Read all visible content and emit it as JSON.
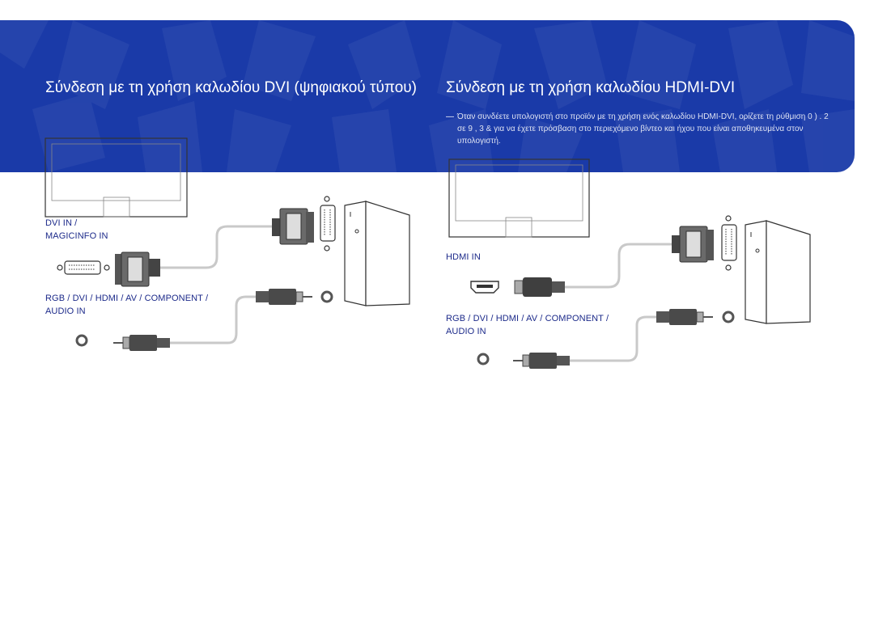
{
  "left_section": {
    "heading": "Σύνδεση με τη χρήση καλωδίου DVI (ψηφιακού τύπου)",
    "labels": {
      "dvi_in": "DVI IN /",
      "magicinfo_in": "MAGICINFO IN",
      "audio_in": "RGB / DVI / HDMI / AV / COMPONENT / AUDIO IN"
    }
  },
  "right_section": {
    "heading": "Σύνδεση με τη χρήση καλωδίου HDMI-DVI",
    "note_dash": "―",
    "note": "Όταν συνδέετε υπολογιστή στο προϊόν με τη χρήση ενός καλωδίου HDMI-DVI, ορίζετε τη ρύθμιση 0 ) . 2 σε 9 , 3 & για να έχετε πρόσβαση στο περιεχόμενο βίντεο και ήχου που είναι αποθηκευμένα στον υπολογιστή.",
    "labels": {
      "hdmi_in": "HDMI IN",
      "audio_in": "RGB / DVI / HDMI / AV / COMPONENT / AUDIO IN"
    }
  },
  "colors": {
    "banner": "#1a3aa8",
    "label_text": "#1c2a8a",
    "cable": "#c9c9c9",
    "connector": "#4a4a4a"
  }
}
